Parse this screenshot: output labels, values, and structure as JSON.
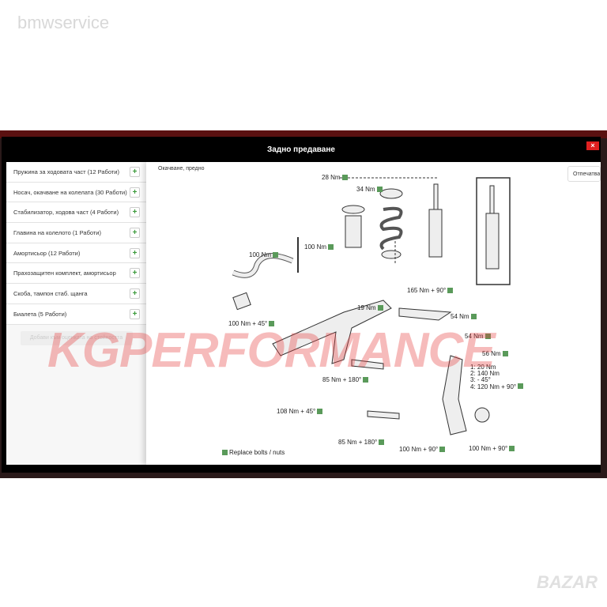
{
  "watermarks": {
    "top": "bmwservice",
    "center": "KGPERFORMANCE",
    "bottom": "BAZAR"
  },
  "modal": {
    "title": "Задно предаване",
    "close": "×"
  },
  "sidebar": {
    "items": [
      {
        "label": "Пружина за ходовата част (12 Работи)"
      },
      {
        "label": "Носач, окачване на колелата (30 Работи)"
      },
      {
        "label": "Стабилизатор, ходова част (4 Работи)"
      },
      {
        "label": "Главина на колелото (1 Работи)"
      },
      {
        "label": "Амортисьор (12 Работи)"
      },
      {
        "label": "Прахозащитен комплект, амортисьор"
      },
      {
        "label": "Скоба, тампон стаб. щанга"
      },
      {
        "label": "Биалета (5 Работи)"
      }
    ],
    "plus": "+",
    "add_button": "Добави към оценката на стойността"
  },
  "diagram": {
    "subtitle": "Окачване, предно",
    "print_button": "Отпечатване",
    "labels": [
      "28 Nm",
      "34 Nm",
      "100 Nm",
      "100 Nm",
      "165 Nm + 90°",
      "19 Nm",
      "54 Nm",
      "100 Nm + 45°",
      "54 Nm",
      "56 Nm",
      "85 Nm + 180°",
      "108 Nm + 45°",
      "85 Nm + 180°",
      "100 Nm + 90°",
      "100 Nm + 90°"
    ],
    "sequence": [
      "1: 20 Nm",
      "2: 140 Nm",
      "3: - 45°",
      "4: 120 Nm + 90°"
    ],
    "legend": "Replace bolts / nuts"
  },
  "colors": {
    "accent": "#5a9a5a",
    "close": "#e02020"
  }
}
